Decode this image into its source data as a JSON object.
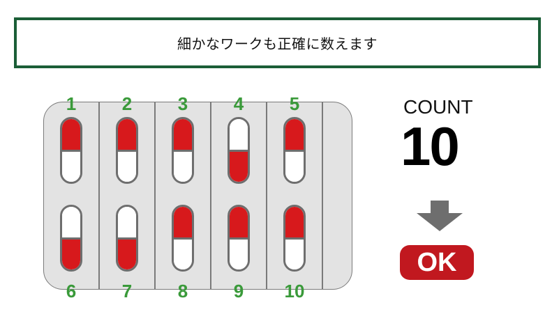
{
  "banner": {
    "text": "細かなワークも正確に数えます"
  },
  "tray": {
    "capsules": [
      {
        "label": "1",
        "top": "red",
        "bottom": "white"
      },
      {
        "label": "2",
        "top": "red",
        "bottom": "white"
      },
      {
        "label": "3",
        "top": "red",
        "bottom": "white"
      },
      {
        "label": "4",
        "top": "white",
        "bottom": "red"
      },
      {
        "label": "5",
        "top": "red",
        "bottom": "white"
      },
      {
        "label": "6",
        "top": "white",
        "bottom": "red"
      },
      {
        "label": "7",
        "top": "white",
        "bottom": "red"
      },
      {
        "label": "8",
        "top": "red",
        "bottom": "white"
      },
      {
        "label": "9",
        "top": "red",
        "bottom": "white"
      },
      {
        "label": "10",
        "top": "red",
        "bottom": "white"
      }
    ]
  },
  "counter": {
    "label": "COUNT",
    "value": "10"
  },
  "arrow": {
    "icon": "arrow-down-icon",
    "color": "#6e6e6e"
  },
  "result": {
    "label": "OK",
    "color": "#c1181f"
  },
  "colors": {
    "banner_border": "#1b5e37",
    "number_green": "#3a9a3a",
    "capsule_red": "#d7191c",
    "tray": "#e3e3e3"
  }
}
